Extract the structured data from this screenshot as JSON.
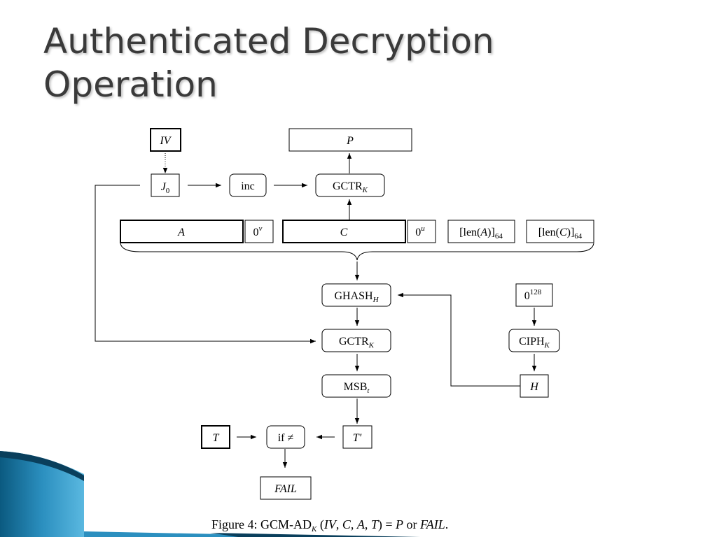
{
  "slide": {
    "title_line1": "Authenticated Decryption",
    "title_line2": "Operation"
  },
  "diagram": {
    "iv": "IV",
    "p": "P",
    "j0_main": "J",
    "j0_sub": "0",
    "inc": "inc",
    "gctr_top_main": "GCTR",
    "gctr_top_sub": "K",
    "a": "A",
    "zero_v_main": "0",
    "zero_v_sup": "v",
    "c": "C",
    "zero_u_main": "0",
    "zero_u_sup": "u",
    "len_a_pre": "[len(",
    "len_a_var": "A",
    "len_a_post": ")]",
    "len_a_sub": "64",
    "len_c_pre": "[len(",
    "len_c_var": "C",
    "len_c_post": ")]",
    "len_c_sub": "64",
    "ghash_main": "GHASH",
    "ghash_sub": "H",
    "zero128_main": "0",
    "zero128_sup": "128",
    "gctr_bottom_main": "GCTR",
    "gctr_bottom_sub": "K",
    "ciph_main": "CIPH",
    "ciph_sub": "K",
    "msb_main": "MSB",
    "msb_sub": "t",
    "h": "H",
    "t": "T",
    "if_ne": "if ≠",
    "t_prime": "T′",
    "fail": "FAIL"
  },
  "caption": {
    "prefix": "Figure 4:  GCM-AD",
    "sub": "K",
    "open": " (",
    "iv": "IV",
    "comma1": ", ",
    "c": "C",
    "comma2": ", ",
    "a": "A",
    "comma3": ", ",
    "t": "T",
    "eq": ") = ",
    "p": "P",
    "or": " or ",
    "fail": "FAIL",
    "dot": "."
  },
  "colors": {
    "title": "#3a3a3a",
    "accent_dark": "#0b5a80",
    "accent_light": "#5ab8e0"
  }
}
